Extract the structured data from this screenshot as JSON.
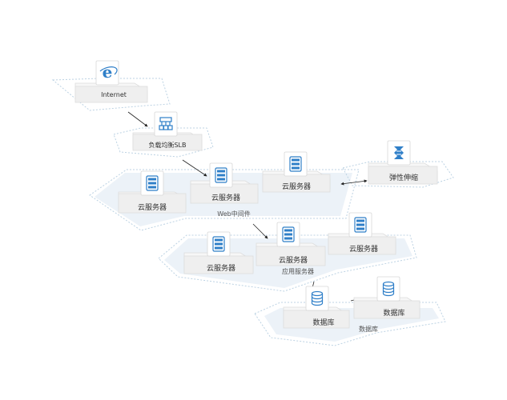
{
  "nodes": {
    "internet": {
      "label": "Internet",
      "icon": "internet-explorer-icon"
    },
    "slb": {
      "label": "负载均衡SLB",
      "icon": "load-balancer-icon"
    },
    "web1": {
      "label": "云服务器",
      "icon": "server-icon"
    },
    "web2": {
      "label": "云服务器",
      "icon": "server-icon"
    },
    "web3": {
      "label": "云服务器",
      "icon": "server-icon"
    },
    "autoscale": {
      "label": "弹性伸缩",
      "icon": "autoscale-icon"
    },
    "app1": {
      "label": "云服务器",
      "icon": "server-icon"
    },
    "app2": {
      "label": "云服务器",
      "icon": "server-icon"
    },
    "app3": {
      "label": "云服务器",
      "icon": "server-icon"
    },
    "db1": {
      "label": "数据库",
      "icon": "database-icon"
    },
    "db2": {
      "label": "数据库",
      "icon": "database-icon"
    }
  },
  "groups": {
    "web": "Web中间件",
    "app": "应用服务器",
    "db": "数据库"
  },
  "colors": {
    "accent": "#2f7fc8",
    "plate": "#eaf1f7",
    "dash": "#bcd2e3",
    "node": "#f4f4f4"
  }
}
